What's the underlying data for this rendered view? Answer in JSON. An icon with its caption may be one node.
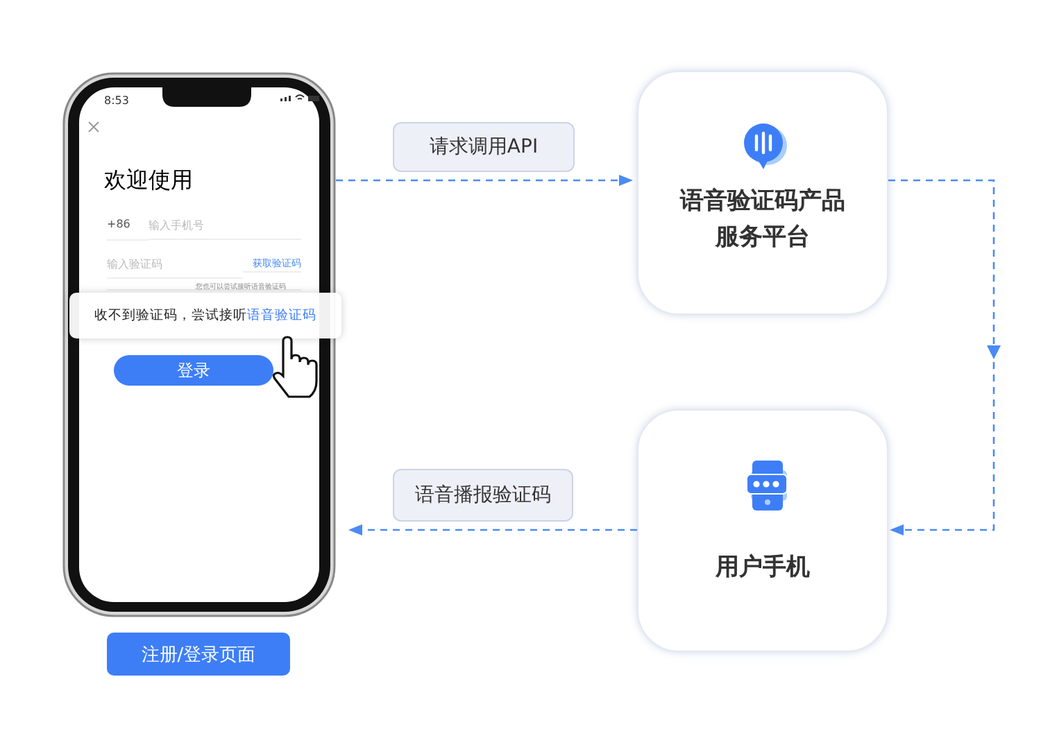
{
  "diagram": {
    "nodes": [
      {
        "text": [],
        "shape": "picture"
      },
      {
        "text": [
          "注册/登录页面"
        ]
      },
      {
        "text": [
          "语音验证码产品服务平台"
        ]
      },
      {
        "text": [
          "用户手机"
        ]
      }
    ],
    "edges": [
      {
        "from": 0,
        "to": 2,
        "arrow": "to",
        "label": "请求调用API",
        "style": "dashed"
      },
      {
        "from": 2,
        "to": 3,
        "arrow": "to",
        "style": "dashed"
      },
      {
        "from": 3,
        "to": 0,
        "arrow": "to",
        "label": "语音播报验证码",
        "style": "dashed"
      }
    ],
    "labels": [
      "8:53",
      "欢迎使用",
      "+86",
      "输入手机号",
      "输入验证码",
      "获取验证码",
      "您也可以尝试接听语音验证码",
      "收不到验证码，尝试接听",
      "语音验证码",
      "登录"
    ]
  }
}
